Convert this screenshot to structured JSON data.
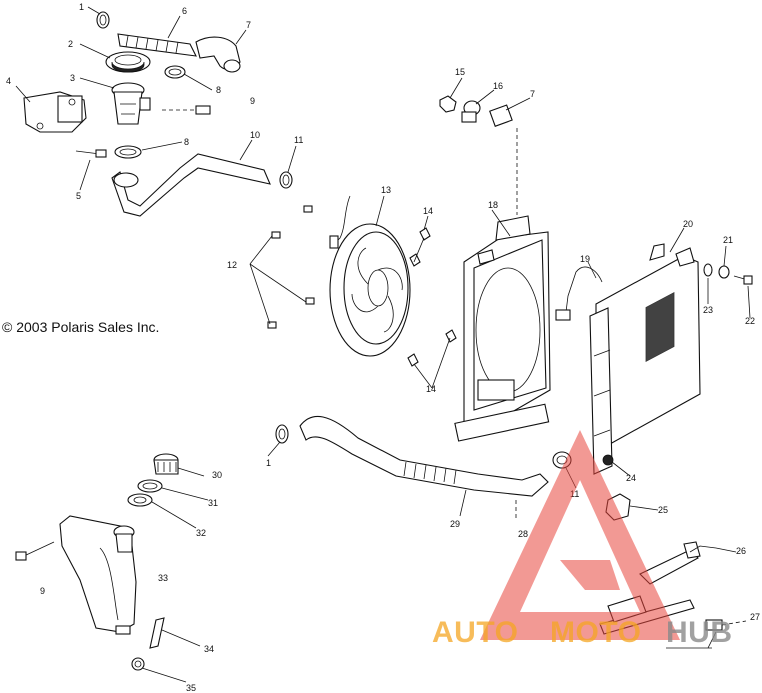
{
  "copyright": "© 2003 Polaris Sales Inc.",
  "callouts": {
    "c1a": "1",
    "c6": "6",
    "c7a": "7",
    "c2": "2",
    "c3": "3",
    "c4": "4",
    "c8a": "8",
    "c9a": "9",
    "c8b": "8",
    "c10": "10",
    "c11a": "11",
    "c5": "5",
    "c15": "15",
    "c16": "16",
    "c7b": "7",
    "c13": "13",
    "c14a": "14",
    "c18": "18",
    "c20": "20",
    "c21": "21",
    "c12": "12",
    "c19": "19",
    "c23": "23",
    "c22": "22",
    "c14b": "14",
    "c1b": "1",
    "c30": "30",
    "c31": "31",
    "c11b": "11",
    "c24": "24",
    "c25": "25",
    "c32": "32",
    "c29": "29",
    "c28": "28",
    "c26": "26",
    "c9b": "9",
    "c33": "33",
    "c27": "27",
    "c34": "34",
    "c35": "35"
  },
  "watermark": {
    "part1": "AUTO",
    "part2": "MOTO",
    "part3": "HUB"
  },
  "colors": {
    "watermark_red": "#e8463c",
    "watermark_orange": "#f5a623",
    "watermark_grey": "#8a8a8a"
  }
}
